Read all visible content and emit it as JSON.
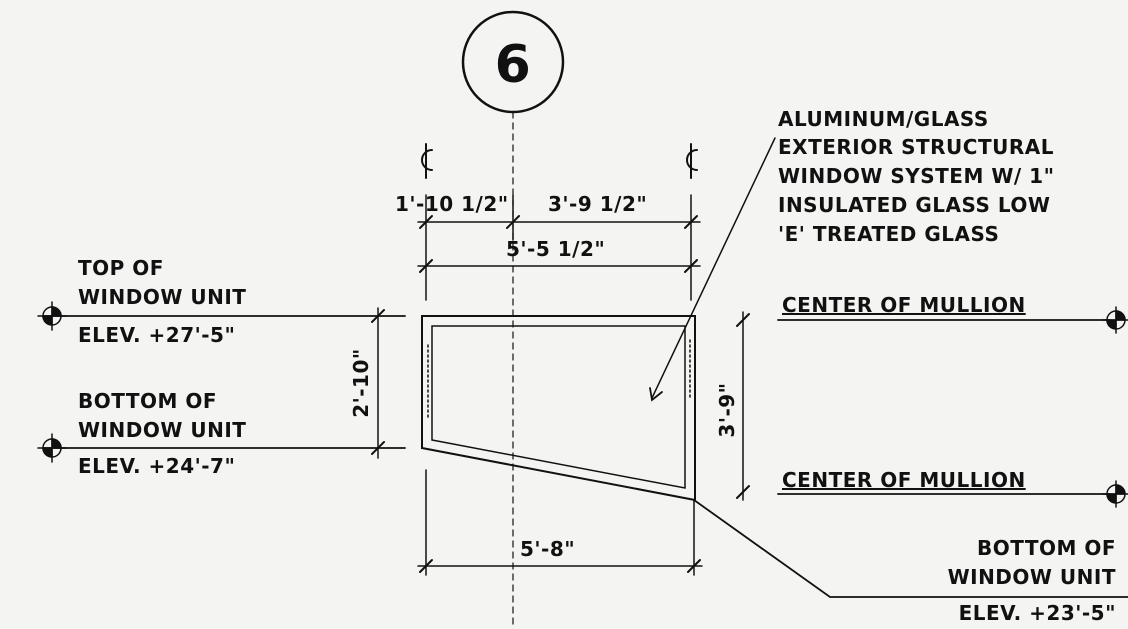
{
  "detail": {
    "number": "6",
    "centerline_symbol": "℄"
  },
  "dimensions": {
    "left_offset": "1'-10 1/2\"",
    "right_offset": "3'-9 1/2\"",
    "overall_top": "5'-5 1/2\"",
    "left_height": "2'-10\"",
    "right_height": "3'-9\"",
    "bottom_width": "5'-8\""
  },
  "note": {
    "lines": [
      "ALUMINUM/GLASS",
      "EXTERIOR STRUCTURAL",
      "WINDOW SYSTEM W/ 1\"",
      "INSULATED GLASS LOW",
      "'E' TREATED GLASS"
    ]
  },
  "elevations": {
    "top": {
      "line1": "TOP OF",
      "line2": "WINDOW UNIT",
      "value": "ELEV. +27'-5\""
    },
    "bottom_left": {
      "line1": "BOTTOM OF",
      "line2": "WINDOW UNIT",
      "value": "ELEV. +24'-7\""
    },
    "bottom_right": {
      "line1": "BOTTOM OF",
      "line2": "WINDOW UNIT",
      "value": "ELEV. +23'-5\""
    },
    "mullion_top": "CENTER OF MULLION",
    "mullion_bottom": "CENTER OF MULLION"
  },
  "colors": {
    "ink": "#111111",
    "paper": "#f4f4f2"
  }
}
